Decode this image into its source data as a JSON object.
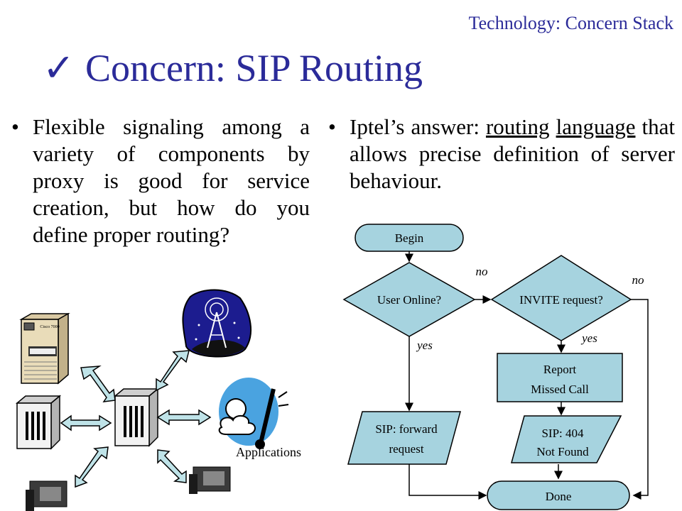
{
  "header": {
    "section": "Technology: Concern Stack"
  },
  "title": {
    "check": "✓",
    "text": "Concern: SIP Routing"
  },
  "bullet_left": {
    "dot": "•",
    "text": "Flexible signaling among a variety of components by proxy is good for service creation, but how do you define proper routing?"
  },
  "bullet_right": {
    "dot": "•",
    "part1": "Iptel’s answer: ",
    "link1": "routing",
    "space": " ",
    "link2": "language",
    "part2": " that allows precise definition of server behaviour."
  },
  "illustration": {
    "applications_label": "Applications",
    "device_label": "Cisco 7000"
  },
  "flowchart": {
    "begin": "Begin",
    "user_online": "User Online?",
    "invite": "INVITE request?",
    "no_1": "no",
    "no_2": "no",
    "yes_1": "yes",
    "yes_2": "yes",
    "report_line1": "Report",
    "report_line2": "Missed Call",
    "forward_line1": "SIP: forward",
    "forward_line2": "request",
    "notfound_line1": "SIP: 404",
    "notfound_line2": "Not Found",
    "done": "Done"
  },
  "colors": {
    "accent": "#2b2b99",
    "node_fill": "#a6d3df"
  }
}
